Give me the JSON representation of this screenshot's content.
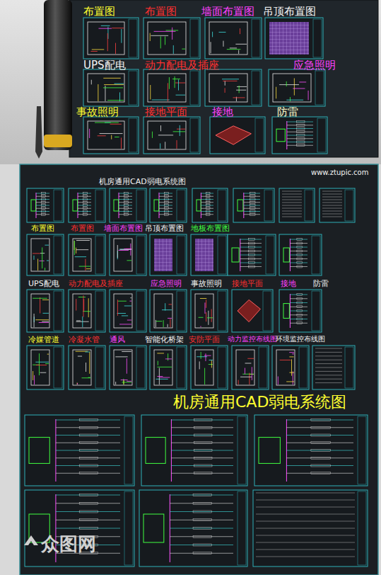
{
  "diagram": {
    "title": "机房通用CAD弱电系统图",
    "labels": [
      "布置图",
      "布置图",
      "墙面布置图",
      "吊顶布置图",
      "UPS配电",
      "动力配电及插座",
      "应急照明",
      "事故照明",
      "接地平面",
      "接地",
      "防雷",
      "www.ztupic.com",
      "布置图",
      "布置图",
      "墙面布置图",
      "吊顶布置图",
      "地板布置图",
      "UPS配电",
      "动力配电及插座",
      "应急照明",
      "事故照明",
      "接地平面",
      "接地",
      "防雷",
      "冷媒管道",
      "冷凝水管",
      "通风",
      "智能化桥架",
      "安防平面",
      "动力监控布线图",
      "环境监控布线图",
      "机房通用CAD弱电系统图",
      "众图网"
    ]
  }
}
